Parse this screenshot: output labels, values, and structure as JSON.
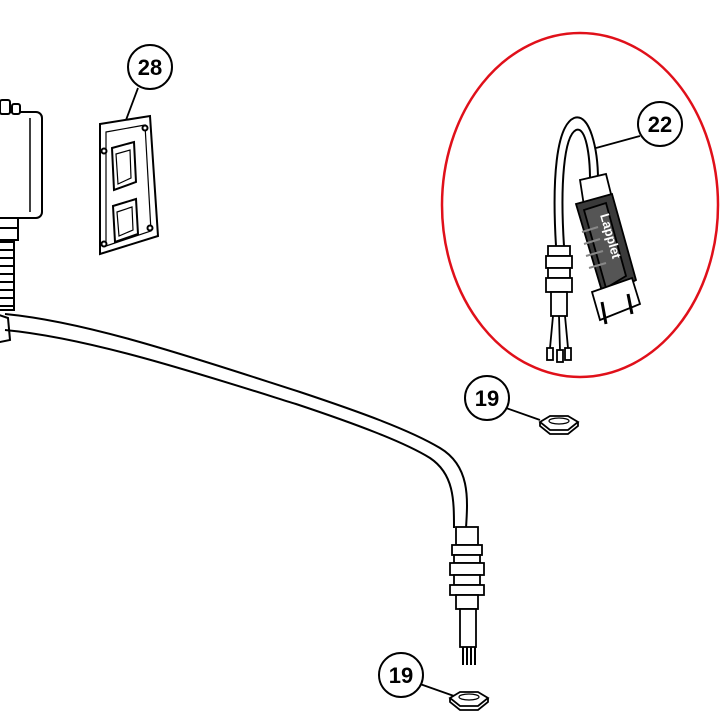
{
  "callouts": {
    "c28": "28",
    "c22": "22",
    "c19a": "19",
    "c19b": "19"
  },
  "plug": {
    "brand": "Lapplet"
  },
  "colors": {
    "line": "#000000",
    "highlight": "#e0101a",
    "plug_body": "#3a3a3a",
    "background": "#ffffff"
  }
}
